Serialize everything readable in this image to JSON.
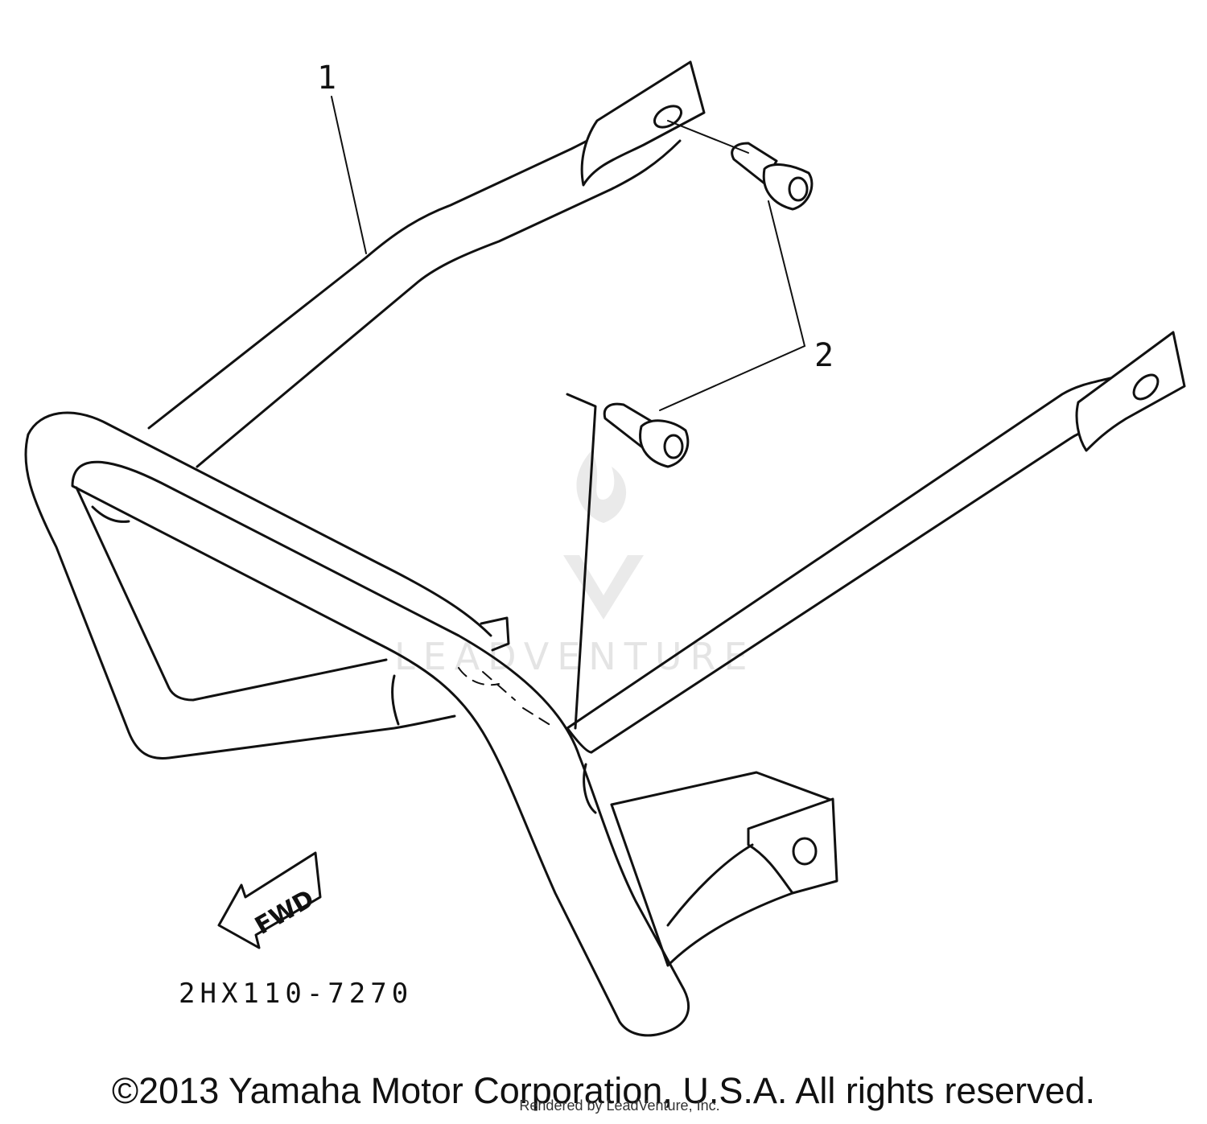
{
  "diagram": {
    "callouts": [
      {
        "id": "1",
        "label": "1"
      },
      {
        "id": "2",
        "label": "2"
      }
    ],
    "direction_arrow": {
      "label": "FWD",
      "icon": "fwd-arrow-icon"
    },
    "part_code": "2HX110-7270",
    "watermark": {
      "text": "LEADVENTURE",
      "icon": "leadventure-logo-icon"
    }
  },
  "footer": {
    "copyright": "©2013 Yamaha Motor Corporation, U.S.A. All rights reserved.",
    "rendered_by": "Rendered by LeadVenture, Inc."
  }
}
